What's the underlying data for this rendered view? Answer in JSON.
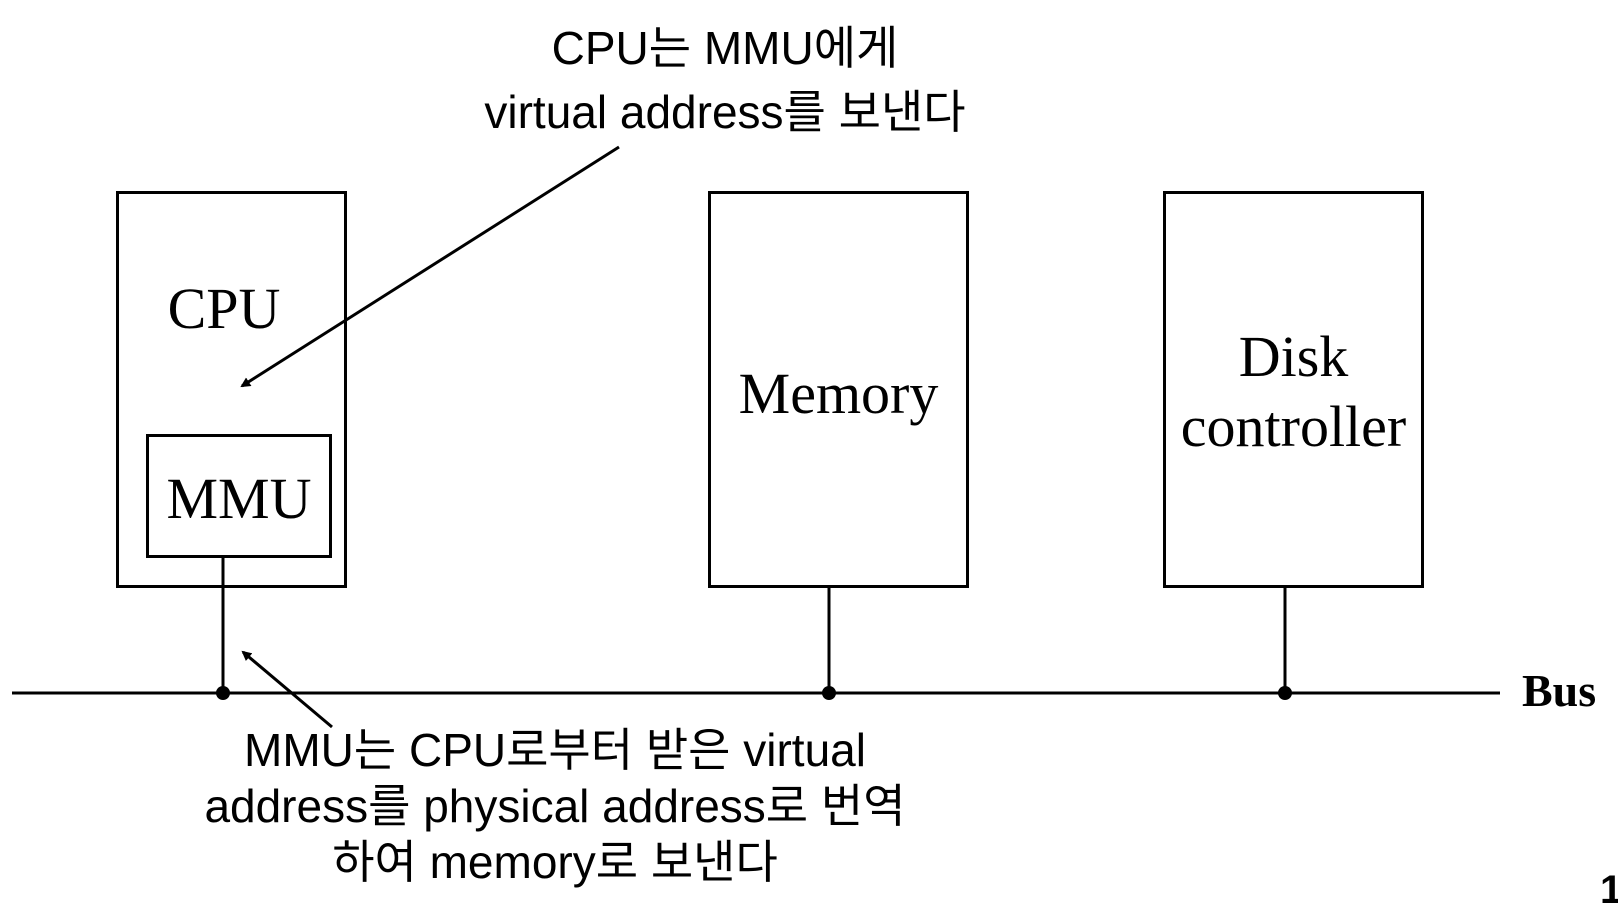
{
  "diagram": {
    "title": "MMU address translation on system bus",
    "components": {
      "cpu": {
        "label": "CPU"
      },
      "mmu": {
        "label": "MMU"
      },
      "memory": {
        "label": "Memory"
      },
      "disk_controller": {
        "label_line1": "Disk",
        "label_line2": "controller"
      }
    },
    "bus": {
      "label": "Bus"
    },
    "annotations": {
      "top": {
        "line1": "CPU는 MMU에게",
        "line2": "virtual address를 보낸다"
      },
      "bottom": {
        "line1": "MMU는 CPU로부터 받은 virtual",
        "line2": "address를 physical address로 번역",
        "line3": "하여 memory로 보낸다"
      }
    },
    "page_number": "1",
    "colors": {
      "stroke": "#000000",
      "background": "#ffffff",
      "text": "#000000"
    }
  }
}
